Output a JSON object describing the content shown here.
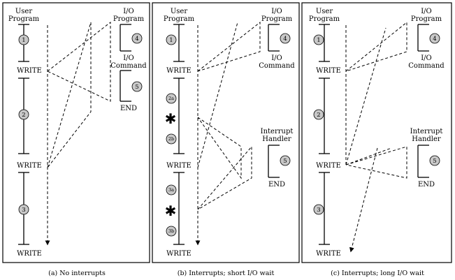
{
  "labels": {
    "user_program_line1": "User",
    "user_program_line2": "Program",
    "io_program_line1": "I/O",
    "io_program_line2": "Program",
    "io_command_line1": "I/O",
    "io_command_line2": "Command",
    "interrupt_handler_line1": "Interrupt",
    "interrupt_handler_line2": "Handler",
    "write": "WRITE",
    "end": "END",
    "star": "✱"
  },
  "steps": {
    "s1": "1",
    "s2": "2",
    "s3": "3",
    "s4": "4",
    "s5": "5",
    "s2a": "2a",
    "s2b": "2b",
    "s3a": "3a",
    "s3b": "3b"
  },
  "captions": {
    "a": "(a) No interrupts",
    "b": "(b) Interrupts; short I/O wait",
    "c": "(c) Interrupts; long I/O wait"
  }
}
